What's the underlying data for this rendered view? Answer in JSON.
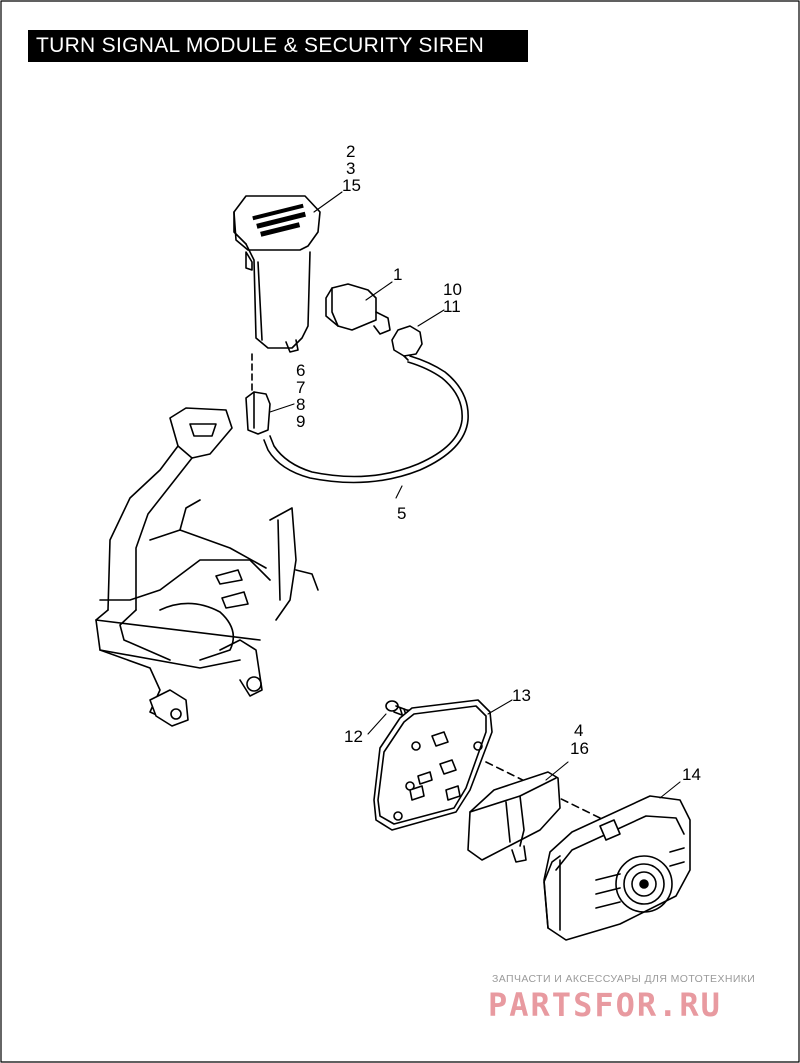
{
  "title": "TURN SIGNAL MODULE & SECURITY SIREN",
  "callouts": {
    "c2": "2",
    "c3": "3",
    "c15": "15",
    "c1": "1",
    "c10": "10",
    "c11": "11",
    "c6": "6",
    "c7": "7",
    "c8": "8",
    "c9": "9",
    "c5": "5",
    "c13": "13",
    "c12": "12",
    "c4": "4",
    "c16": "16",
    "c14": "14"
  },
  "watermark": {
    "caption": "ЗАПЧАСТИ И АКСЕССУАРЫ ДЛЯ МОТОТЕХНИКИ",
    "logo": "PARTSFOR.RU"
  },
  "colors": {
    "line": "#000000",
    "title_bg": "#000000",
    "title_fg": "#ffffff",
    "watermark": "#e89aa0"
  }
}
